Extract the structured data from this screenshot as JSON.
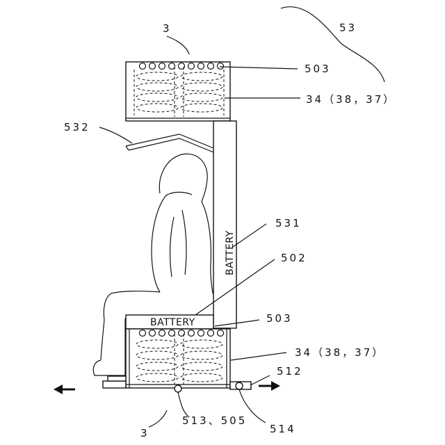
{
  "labels": {
    "upper_unit": "3",
    "lower_unit": "3",
    "assembly": "53",
    "upper_coil": "503",
    "upper_tank": "34（38，37）",
    "canopy": "532",
    "back_battery_ref": "531",
    "seat_battery_ref": "502",
    "lower_coil": "503",
    "lower_tank": "34（38，37）",
    "connector": "512",
    "wheel_front": "513、505",
    "wheel_rear": "514"
  },
  "battery_back_text": "BATTERY",
  "battery_seat_text": "BATTERY",
  "arrows": {
    "left": "move-left-arrow",
    "right": "move-right-arrow"
  }
}
